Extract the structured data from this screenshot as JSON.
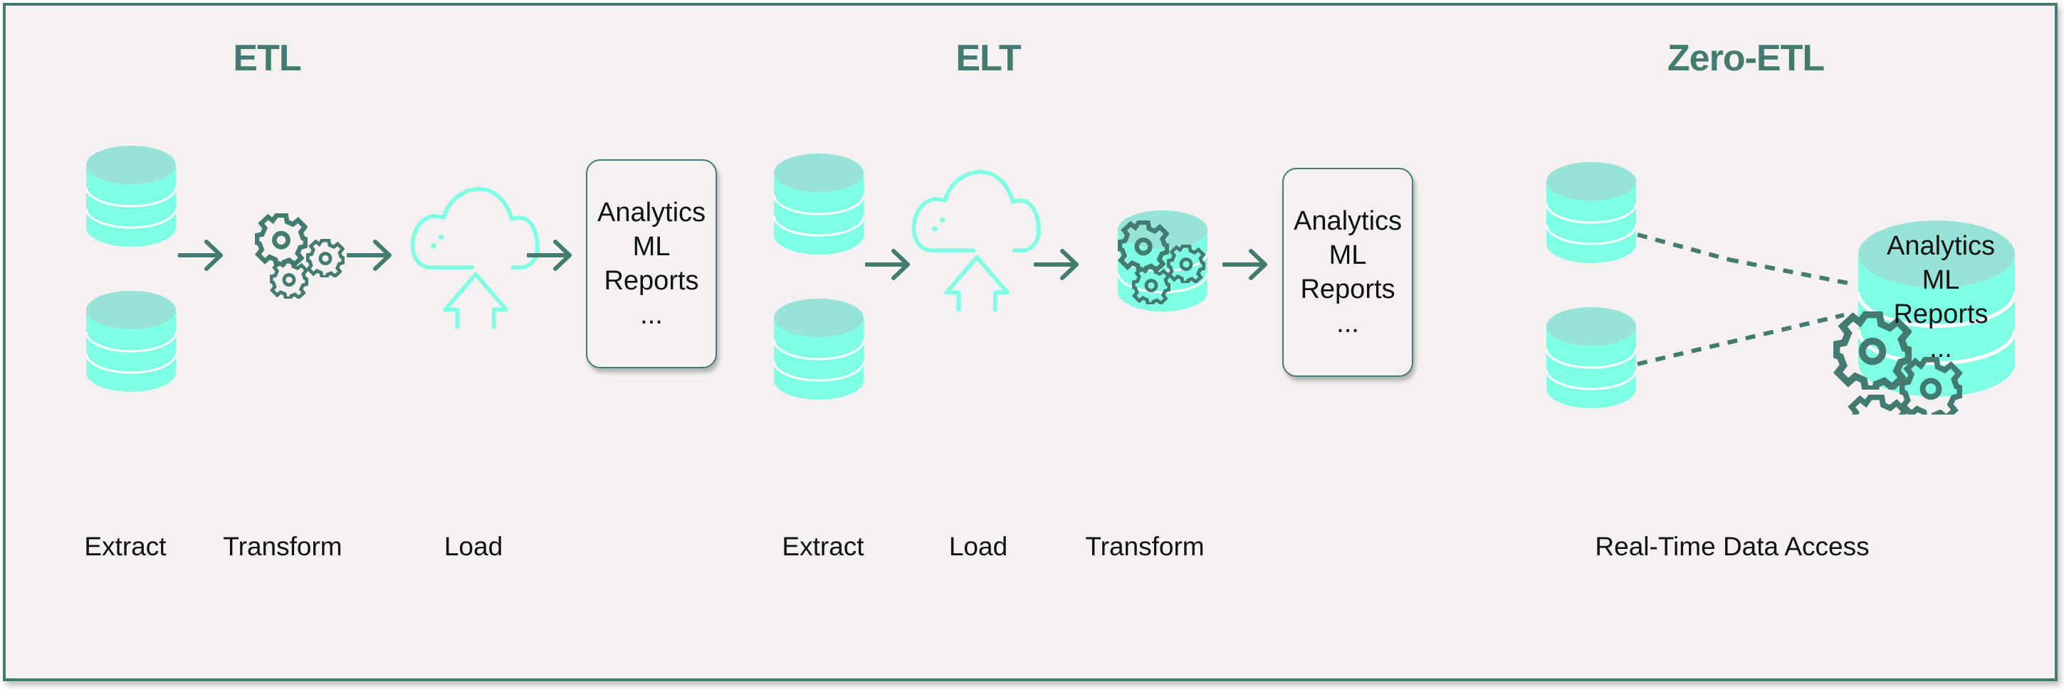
{
  "colors": {
    "frame_border": "#447b71",
    "background": "#f4f1f0",
    "accent_dark": "#447b71",
    "cylinder_top": "#97e3d7",
    "cylinder_body": "#7fffe4",
    "cloud_outline": "#7fffe4",
    "text": "#111111"
  },
  "sections": [
    {
      "title": "ETL",
      "steps": [
        "Extract",
        "Transform",
        "Load"
      ],
      "destination": {
        "lines": [
          "Analytics",
          "ML",
          "Reports",
          "..."
        ]
      },
      "flow": [
        "source-databases",
        "gears",
        "cloud-upload",
        "destination"
      ]
    },
    {
      "title": "ELT",
      "steps": [
        "Extract",
        "Load",
        "Transform"
      ],
      "destination": {
        "lines": [
          "Analytics",
          "ML",
          "Reports",
          "..."
        ]
      },
      "flow": [
        "source-databases",
        "cloud-upload",
        "database-with-gears",
        "destination"
      ]
    },
    {
      "title": "Zero-ETL",
      "steps": [
        "Real-Time Data Access"
      ],
      "destination": {
        "lines": [
          "Analytics",
          "ML",
          "Reports",
          "..."
        ]
      },
      "flow": [
        "source-databases",
        "dashed-links",
        "database-with-gears-destination"
      ]
    }
  ]
}
